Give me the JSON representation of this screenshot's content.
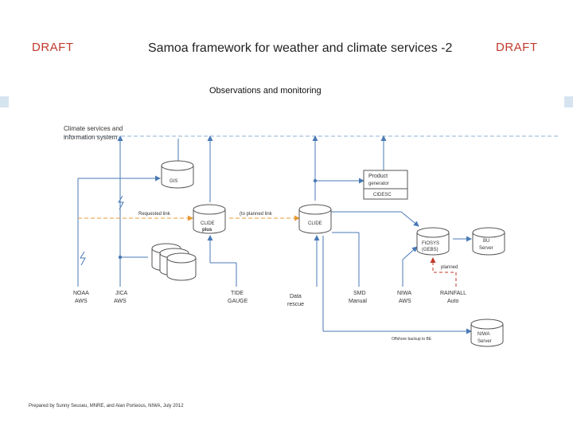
{
  "draft_left": "DRAFT",
  "draft_right": "DRAFT",
  "title": "Samoa framework for weather and climate services -2",
  "subtitle": "Observations and monitoring",
  "colors": {
    "draft_red": "#c0392b",
    "line_blue": "#4a7ab5",
    "dash_orange": "#e69a35",
    "dash_red": "#c0392b",
    "dash_blue": "#8fb0d3"
  },
  "diagram": {
    "climate_system": [
      "Climate services and",
      "information system"
    ],
    "gis": "GIS",
    "product_generator": [
      "Product",
      "generator"
    ],
    "cidesc": "CIDESC",
    "clide_plus": [
      "CLIDE",
      "plus"
    ],
    "clide": "CLIDE",
    "requested_link": "Requested link",
    "planned_link": "(to planned link",
    "fiosys": [
      "FIOSYS",
      "(GEBS)"
    ],
    "bu_server": [
      "BU",
      "Server"
    ],
    "planned": "planned",
    "offshore_backup": "Offshore backup to BE",
    "niwa_server": [
      "NIWA",
      "Server"
    ],
    "sources": {
      "noaa": [
        "NOAA",
        "AWS"
      ],
      "jica": [
        "JICA",
        "AWS"
      ],
      "tide": [
        "TIDE",
        "GAUGE"
      ],
      "data_rescue": [
        "Data",
        "rescue"
      ],
      "smd": [
        "SMD",
        "Manual"
      ],
      "niwa_aws": [
        "NIWA",
        "AWS"
      ],
      "rainfall": [
        "RAINFALL",
        "Auto"
      ]
    }
  },
  "footer": "Prepared by Sunny Seuseu, MNRE, and Alan Porteous, NIWA, July 2012"
}
